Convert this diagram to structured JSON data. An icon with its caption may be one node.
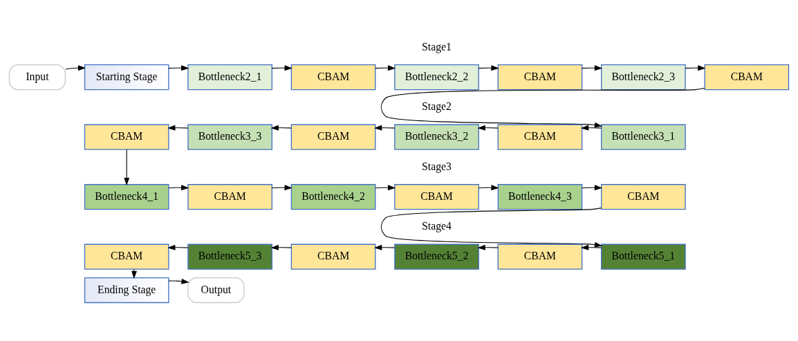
{
  "diagram": {
    "nodes": [
      {
        "text": [
          "Input"
        ]
      },
      {
        "text": [
          "Starting Stage"
        ]
      },
      {
        "text": [
          "Bottleneck2_1"
        ]
      },
      {
        "text": [
          "CBAM"
        ]
      },
      {
        "text": [
          "Bottleneck2_2"
        ]
      },
      {
        "text": [
          "CBAM"
        ]
      },
      {
        "text": [
          "Bottleneck2_3"
        ]
      },
      {
        "text": [
          "CBAM"
        ]
      },
      {
        "text": [
          "Bottleneck3_1"
        ]
      },
      {
        "text": [
          "CBAM"
        ]
      },
      {
        "text": [
          "Bottleneck3_2"
        ]
      },
      {
        "text": [
          "CBAM"
        ]
      },
      {
        "text": [
          "Bottleneck3_3"
        ]
      },
      {
        "text": [
          "CBAM"
        ]
      },
      {
        "text": [
          "Bottleneck4_1"
        ]
      },
      {
        "text": [
          "CBAM"
        ]
      },
      {
        "text": [
          "Bottleneck4_2"
        ]
      },
      {
        "text": [
          "CBAM"
        ]
      },
      {
        "text": [
          "Bottleneck4_3"
        ]
      },
      {
        "text": [
          "CBAM"
        ]
      },
      {
        "text": [
          "Bottleneck5_1"
        ]
      },
      {
        "text": [
          "CBAM"
        ]
      },
      {
        "text": [
          "Bottleneck5_2"
        ]
      },
      {
        "text": [
          "CBAM"
        ]
      },
      {
        "text": [
          "Bottleneck5_3"
        ]
      },
      {
        "text": [
          "CBAM"
        ]
      },
      {
        "text": [
          "Ending Stage"
        ]
      },
      {
        "text": [
          "Output"
        ]
      }
    ],
    "edges": [
      {
        "from": 0,
        "to": 1,
        "arrow": "to"
      },
      {
        "from": 1,
        "to": 2,
        "arrow": "to"
      },
      {
        "from": 2,
        "to": 3,
        "arrow": "to"
      },
      {
        "from": 3,
        "to": 4,
        "arrow": "to"
      },
      {
        "from": 4,
        "to": 5,
        "arrow": "to"
      },
      {
        "from": 5,
        "to": 6,
        "arrow": "to"
      },
      {
        "from": 6,
        "to": 7,
        "arrow": "to"
      },
      {
        "from": 7,
        "to": 8,
        "arrow": "to"
      },
      {
        "from": 8,
        "to": 9,
        "arrow": "to"
      },
      {
        "from": 9,
        "to": 10,
        "arrow": "to"
      },
      {
        "from": 10,
        "to": 11,
        "arrow": "to"
      },
      {
        "from": 11,
        "to": 12,
        "arrow": "to"
      },
      {
        "from": 12,
        "to": 13,
        "arrow": "to"
      },
      {
        "from": 13,
        "to": 14,
        "arrow": "to"
      },
      {
        "from": 14,
        "to": 15,
        "arrow": "to"
      },
      {
        "from": 15,
        "to": 16,
        "arrow": "to"
      },
      {
        "from": 16,
        "to": 17,
        "arrow": "to"
      },
      {
        "from": 17,
        "to": 18,
        "arrow": "to"
      },
      {
        "from": 18,
        "to": 19,
        "arrow": "to"
      },
      {
        "from": 19,
        "to": 20,
        "arrow": "to"
      },
      {
        "from": 20,
        "to": 21,
        "arrow": "to"
      },
      {
        "from": 21,
        "to": 22,
        "arrow": "to"
      },
      {
        "from": 22,
        "to": 23,
        "arrow": "to"
      },
      {
        "from": 23,
        "to": 24,
        "arrow": "to"
      },
      {
        "from": 24,
        "to": 25,
        "arrow": "to"
      },
      {
        "from": 25,
        "to": 26,
        "arrow": "to"
      },
      {
        "from": 26,
        "to": 27,
        "arrow": "to"
      }
    ],
    "labels": [
      "Stage1",
      "Stage2",
      "Stage3",
      "Stage4"
    ]
  }
}
